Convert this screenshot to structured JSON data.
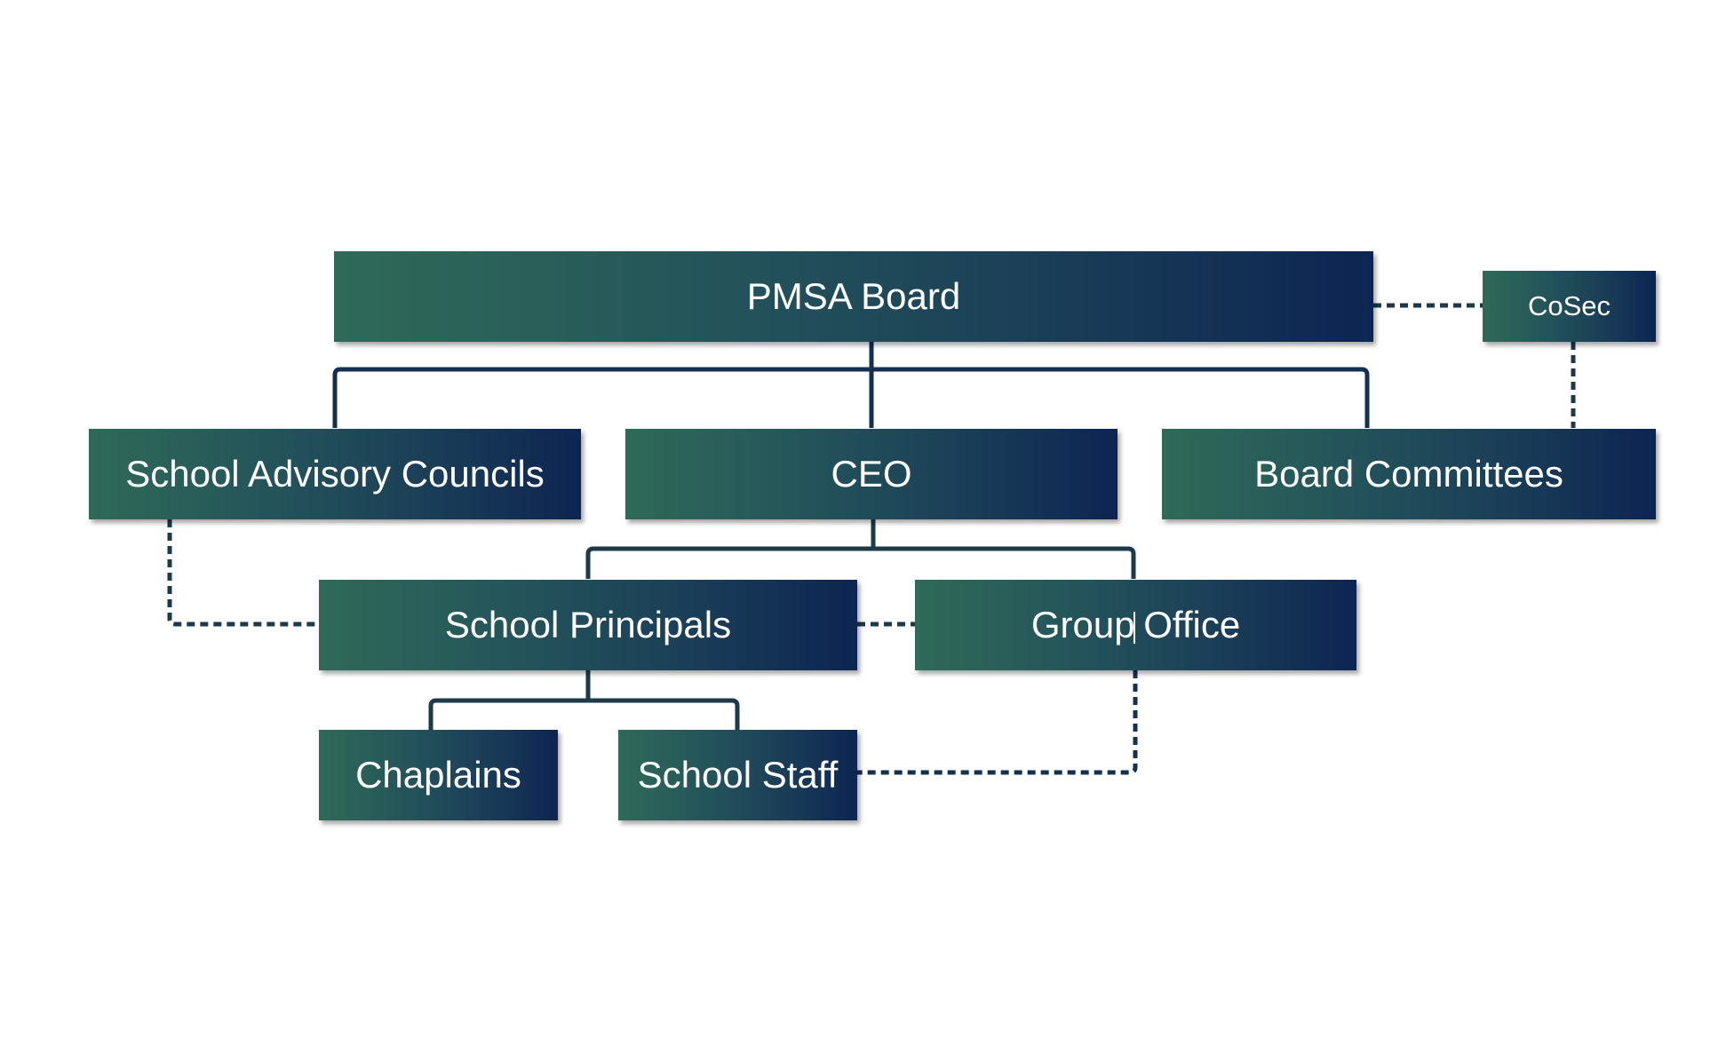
{
  "diagram": {
    "nodes": {
      "pmsa_board": "PMSA Board",
      "cosec": "CoSec",
      "school_advisory_councils": "School Advisory Councils",
      "ceo": "CEO",
      "board_committees": "Board Committees",
      "school_principals": "School Principals",
      "group_office_part1": "Group",
      "group_office_part2": "Office",
      "chaplains": "Chaplains",
      "school_staff": "School Staff"
    },
    "colors": {
      "gradient_start": "#2f6a58",
      "gradient_end": "#0d2552",
      "solid_line": "#15304f",
      "dashed_line": "#1c3a4a"
    }
  }
}
